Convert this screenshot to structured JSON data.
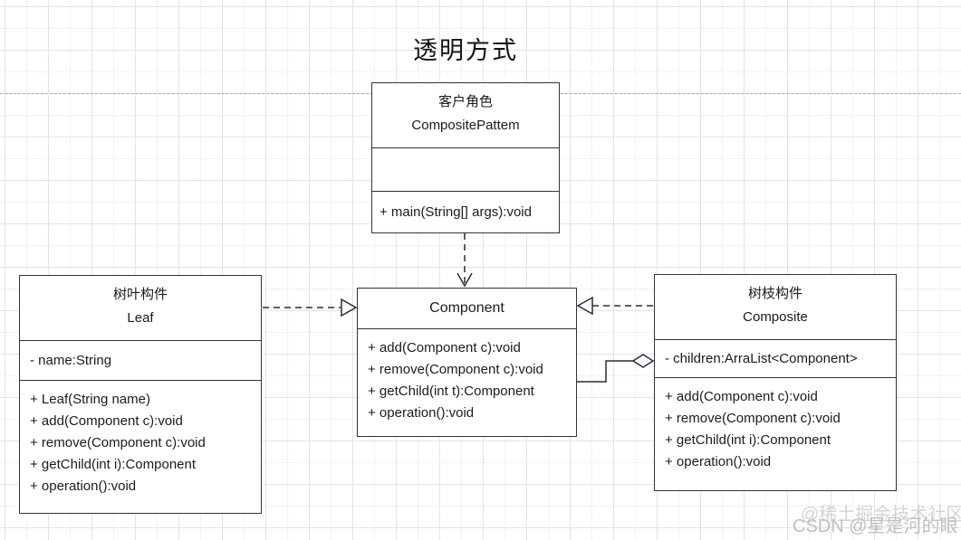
{
  "title": "透明方式",
  "classes": {
    "client": {
      "name_cn": "客户角色",
      "name_en": "CompositePattem",
      "methods": [
        "+ main(String[] args):void"
      ]
    },
    "component": {
      "name": "Component",
      "methods": [
        "+ add(Component c):void",
        "+ remove(Component c):void",
        "+ getChild(int t):Component",
        "+ operation():void"
      ]
    },
    "leaf": {
      "name_cn": "树叶构件",
      "name_en": "Leaf",
      "attributes": [
        "- name:String"
      ],
      "methods": [
        "+ Leaf(String name)",
        "+ add(Component c):void",
        "+ remove(Component c):void",
        "+ getChild(int i):Component",
        "+ operation():void"
      ]
    },
    "composite": {
      "name_cn": "树枝构件",
      "name_en": "Composite",
      "attributes": [
        "- children:ArraList<Component>"
      ],
      "methods": [
        "+ add(Component c):void",
        "+ remove(Component c):void",
        "+ getChild(int i):Component",
        "+ operation():void"
      ]
    }
  },
  "relations": {
    "dependency": "client --> Component (dashed open arrow)",
    "realization_left": "Leaf ..|> Component (dashed hollow triangle)",
    "realization_right": "Composite ..|> Component (dashed hollow triangle)",
    "aggregation": "Component --o Composite (solid line hollow diamond)"
  },
  "watermarks": {
    "w1": "@稀土掘金技术社区",
    "w2": "CSDN @星是河的眼"
  },
  "colors": {
    "line": "#2b2b36",
    "border": "#33333f",
    "grid_major": "#e3e3e8",
    "grid_minor": "#f2f2f5",
    "text": "#1b1b1b"
  }
}
